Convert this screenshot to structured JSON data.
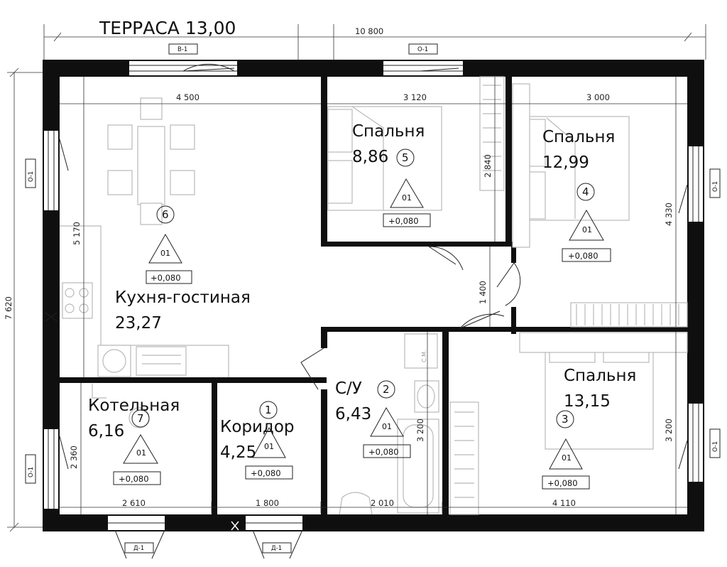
{
  "terrace": {
    "label": "ТЕРРАСА 13,00"
  },
  "rooms": [
    {
      "num": "1",
      "name": "Коридор",
      "area": "4,25",
      "mark": "01",
      "level": "+0,080"
    },
    {
      "num": "2",
      "name": "С/У",
      "area": "6,43",
      "mark": "01",
      "level": "+0,080"
    },
    {
      "num": "3",
      "name": "Спальня",
      "area": "13,15",
      "mark": "01",
      "level": "+0,080"
    },
    {
      "num": "4",
      "name": "Спальня",
      "area": "12,99",
      "mark": "01",
      "level": "+0,080"
    },
    {
      "num": "5",
      "name": "Спальня",
      "area": "8,86",
      "mark": "01",
      "level": "+0,080"
    },
    {
      "num": "6",
      "name": "Кухня-гостиная",
      "area": "23,27",
      "mark": "01",
      "level": "+0,080"
    },
    {
      "num": "7",
      "name": "Котельная",
      "area": "6,16",
      "mark": "01",
      "level": "+0,080"
    }
  ],
  "dimensions": {
    "overall_width": "10 800",
    "overall_height": "7 620",
    "kitchen_width": "4 500",
    "kitchen_height": "5 170",
    "bed5_width": "3 120",
    "bed5_height": "2 840",
    "bed4_width": "3 000",
    "bed4_height": "4 330",
    "hall_height": "1 400",
    "bath_height": "3 200",
    "bed3_height": "3 200",
    "boiler_height": "2 360",
    "boiler_width": "2 610",
    "corridor_width": "1 800",
    "bath_width": "2 010",
    "bed3_width": "4 110"
  },
  "tags": {
    "window_v1": "В-1",
    "window_o1": "О-1",
    "door_d1": "Д-1",
    "laundry": "С.М."
  }
}
